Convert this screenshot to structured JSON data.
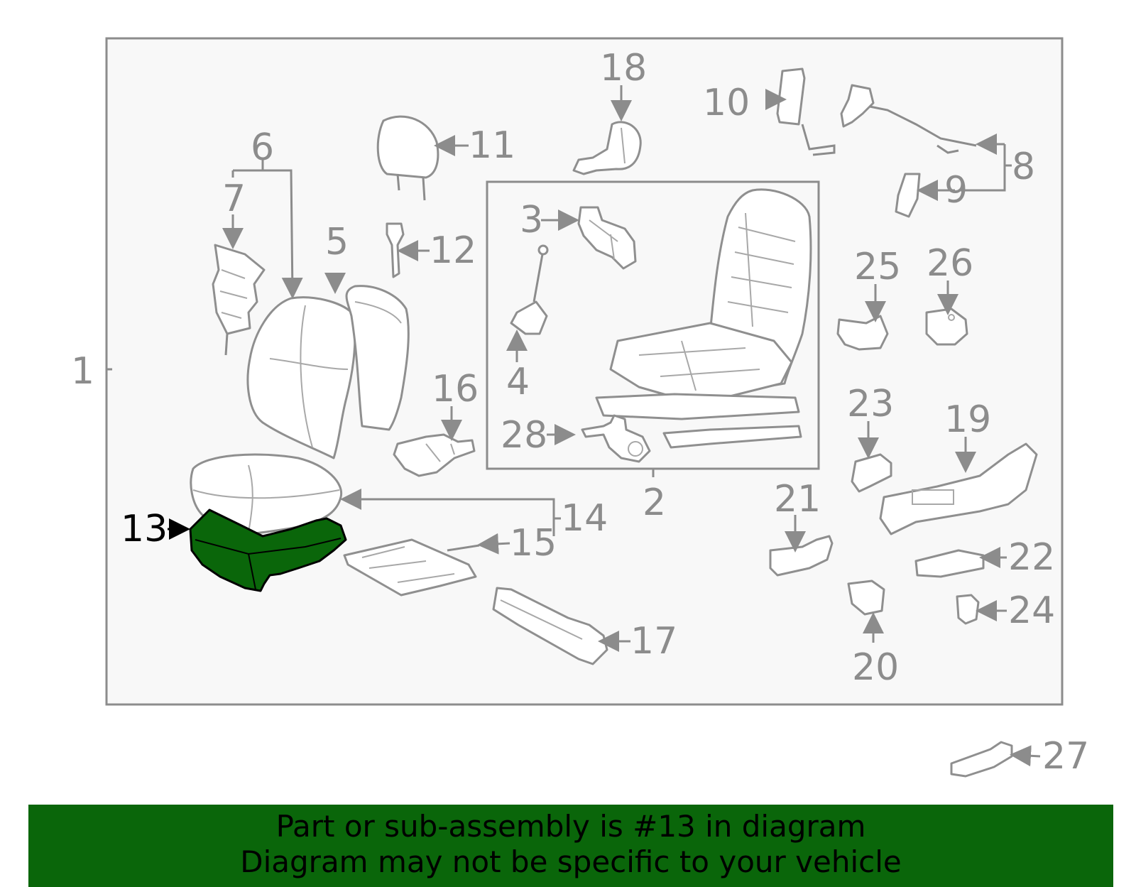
{
  "diagram": {
    "highlight_color": "#0a660a",
    "highlighted_part": "13",
    "callouts": {
      "c1": "1",
      "c2": "2",
      "c3": "3",
      "c4": "4",
      "c5": "5",
      "c6": "6",
      "c7": "7",
      "c8": "8",
      "c9": "9",
      "c10": "10",
      "c11": "11",
      "c12": "12",
      "c13": "13",
      "c14": "14",
      "c15": "15",
      "c16": "16",
      "c17": "17",
      "c18": "18",
      "c19": "19",
      "c20": "20",
      "c21": "21",
      "c22": "22",
      "c23": "23",
      "c24": "24",
      "c25": "25",
      "c26": "26",
      "c27": "27",
      "c28": "28"
    }
  },
  "banner": {
    "line1": "Part or sub-assembly is #13 in diagram",
    "line2": "Diagram may not be specific to your vehicle",
    "background": "#0a660a"
  }
}
